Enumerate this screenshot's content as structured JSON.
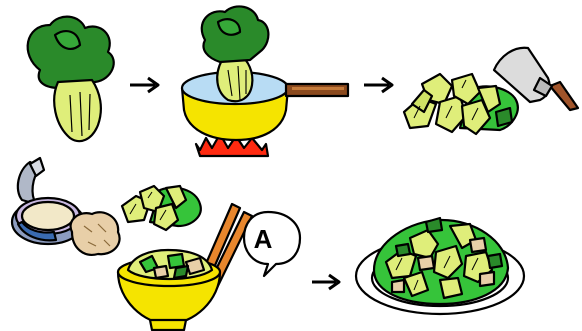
{
  "illustration": {
    "seasoning_marker": "A",
    "arrow_glyph": "→",
    "steps": [
      {
        "name": "bok-choy"
      },
      {
        "name": "blanch-in-pot"
      },
      {
        "name": "chop"
      },
      {
        "name": "mix-with-tuna"
      },
      {
        "name": "serve"
      }
    ],
    "colors": {
      "leaf_dark": "#2a8a2a",
      "leaf_light": "#36c43a",
      "stem": "#dfee7a",
      "pot_yellow": "#f5e400",
      "water": "#b8dcf4",
      "flame": "#ff2a10",
      "handle": "#8b4a1e",
      "tuna": "#e8cfa8",
      "knife_blade": "#dcdcdc",
      "chopsticks": "#e8862c"
    }
  }
}
